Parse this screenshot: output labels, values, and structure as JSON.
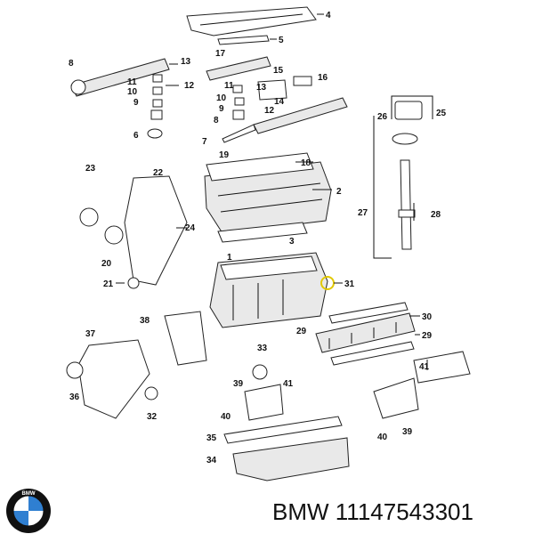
{
  "diagram": {
    "callouts": [
      "1",
      "2",
      "3",
      "4",
      "5",
      "6",
      "7",
      "8",
      "9",
      "10",
      "11",
      "12",
      "13",
      "14",
      "15",
      "16",
      "17",
      "18",
      "19",
      "20",
      "21",
      "22",
      "23",
      "24",
      "25",
      "26",
      "27",
      "28",
      "29",
      "30",
      "31",
      "32",
      "33",
      "34",
      "35",
      "36",
      "37",
      "38",
      "39",
      "40",
      "41"
    ],
    "highlighted_part": "31"
  },
  "footer": {
    "logo_text": "BMW",
    "part_number": "BMW 11147543301"
  }
}
